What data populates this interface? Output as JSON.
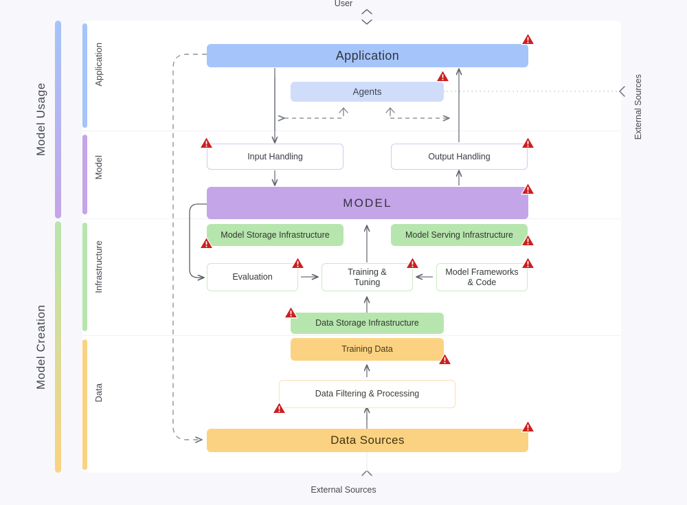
{
  "groups": [
    {
      "label": "Model Usage",
      "color": "#a5c4fa"
    },
    {
      "label": "Model Creation",
      "color": "#b7e5ae"
    }
  ],
  "lanes": [
    {
      "label": "Application",
      "color": "#a5c4fa"
    },
    {
      "label": "Model",
      "color": "#c3a5e8"
    },
    {
      "label": "Infrastructure",
      "color": "#b7e5ae"
    },
    {
      "label": "Data",
      "color": "#fbd281"
    }
  ],
  "endpoints": {
    "top": "User",
    "bottom": "External Sources",
    "right": "External Sources"
  },
  "nodes": {
    "application": "Application",
    "agents": "Agents",
    "input_handling": "Input Handling",
    "output_handling": "Output Handling",
    "model": "MODEL",
    "model_storage": "Model Storage Infrastructure",
    "model_serving": "Model Serving Infrastructure",
    "evaluation": "Evaluation",
    "training_tuning_line1": "Training &",
    "training_tuning_line2": "Tuning",
    "model_frameworks_line1": "Model Frameworks",
    "model_frameworks_line2": "& Code",
    "data_storage": "Data Storage Infrastructure",
    "training_data": "Training Data",
    "data_filtering": "Data Filtering & Processing",
    "data_sources": "Data Sources"
  },
  "warning_icon": "warning-triangle-icon",
  "warning_count": 14,
  "colors": {
    "canvas": "#f8f8fc",
    "panel": "#ffffff",
    "application": "#a5c4fa",
    "agents": "#cfddfb",
    "model": "#c3a5e8",
    "infrastructure": "#b7e5ae",
    "data": "#fbd281",
    "warning": "#cc1f1f",
    "connector": "#5a5f68",
    "text": "#3c4049"
  }
}
